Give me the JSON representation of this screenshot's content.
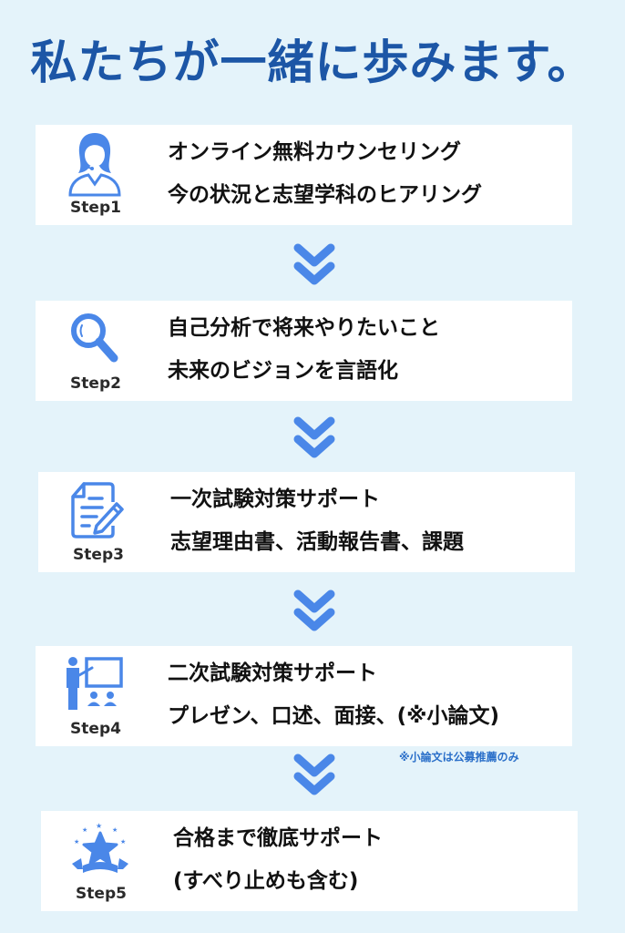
{
  "title": "私たちが一緒に歩みます。",
  "colors": {
    "background": "#e4f3fa",
    "title": "#1c56a6",
    "icon": "#4a87e8",
    "box": "#ffffff",
    "note": "#2a6fc9"
  },
  "steps": [
    {
      "label": "Step1",
      "icon": "headset-operator-icon",
      "line1": "オンライン無料カウンセリング",
      "line2": "今の状況と志望学科のヒアリング"
    },
    {
      "label": "Step2",
      "icon": "magnifier-icon",
      "line1": "自己分析で将来やりたいこと",
      "line2": "未来のビジョンを言語化"
    },
    {
      "label": "Step3",
      "icon": "document-pen-icon",
      "line1": "一次試験対策サポート",
      "line2": "志望理由書、活動報告書、課題"
    },
    {
      "label": "Step4",
      "icon": "presentation-icon",
      "line1": "二次試験対策サポート",
      "line2": "プレゼン、口述、面接、(※小論文)"
    },
    {
      "label": "Step5",
      "icon": "star-ribbon-icon",
      "line1": "合格まで徹底サポート",
      "line2": "(すべり止めも含む)"
    }
  ],
  "note": "※小論文は公募推薦のみ",
  "arrow_icon": "double-chevron-down-icon"
}
